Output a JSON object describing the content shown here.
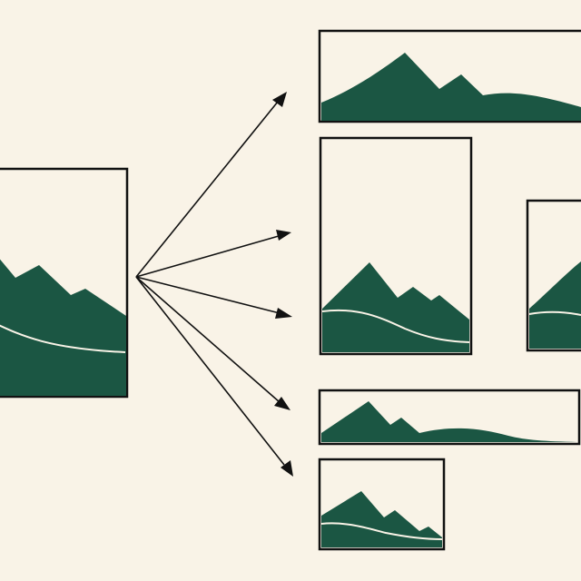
{
  "colors": {
    "background": "#f9f3e7",
    "mountain": "#1b5643",
    "frame_stroke": "#111111",
    "arrow": "#111111"
  },
  "source_image": {
    "icon": "mountain-landscape-icon",
    "orientation": "portrait"
  },
  "outputs": [
    {
      "icon": "mountain-landscape-icon",
      "orientation": "wide-landscape"
    },
    {
      "icon": "mountain-landscape-icon",
      "orientation": "portrait"
    },
    {
      "icon": "mountain-landscape-icon",
      "orientation": "square-cropped"
    },
    {
      "icon": "mountain-landscape-icon",
      "orientation": "panoramic"
    },
    {
      "icon": "mountain-landscape-icon",
      "orientation": "landscape"
    }
  ]
}
